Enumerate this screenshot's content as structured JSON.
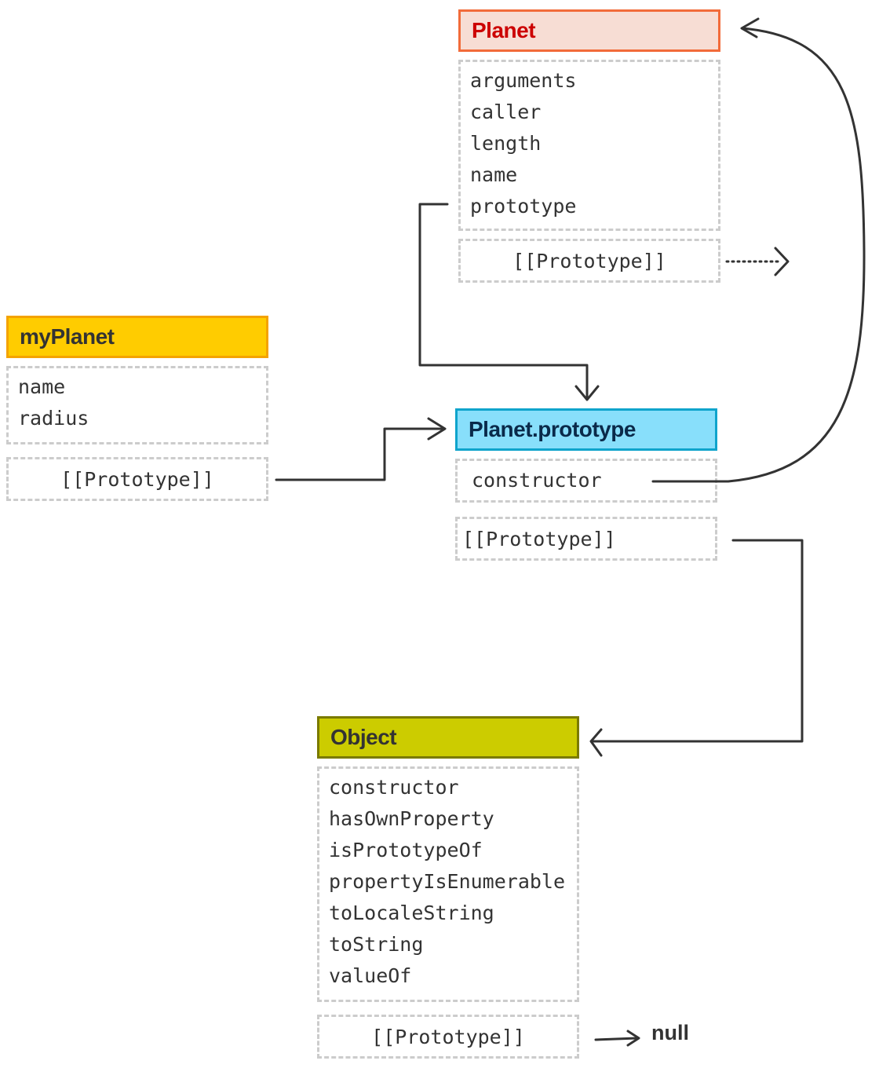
{
  "colors": {
    "planet_header_fill": "#f7ddd4",
    "planet_header_border": "#f26b3a",
    "planet_header_text": "#cc0000",
    "myplanet_header_fill": "#ffcc00",
    "myplanet_header_border": "#f4a300",
    "myplanet_header_text": "#333333",
    "prototype_header_fill": "#88dffb",
    "prototype_header_border": "#0fa4cc",
    "prototype_header_text": "#0a2a4a",
    "object_header_fill": "#cccc00",
    "object_header_border": "#7a7a00",
    "object_header_text": "#333333",
    "dashed_border": "#cccccc",
    "arrow_color": "#333333"
  },
  "planet": {
    "title": "Planet",
    "properties": [
      "arguments",
      "caller",
      "length",
      "name",
      "prototype"
    ],
    "prototype_label": "[[Prototype]]"
  },
  "my_planet": {
    "title": "myPlanet",
    "properties": [
      "name",
      "radius"
    ],
    "prototype_label": "[[Prototype]]"
  },
  "planet_prototype": {
    "title": "Planet.prototype",
    "properties": [
      "constructor"
    ],
    "prototype_label": "[[Prototype]]"
  },
  "object": {
    "title": "Object",
    "properties": [
      "constructor",
      "hasOwnProperty",
      "isPrototypeOf",
      "propertyIsEnumerable",
      "toLocaleString",
      "toString",
      "valueOf"
    ],
    "prototype_label": "[[Prototype]]"
  },
  "null_label": "null"
}
